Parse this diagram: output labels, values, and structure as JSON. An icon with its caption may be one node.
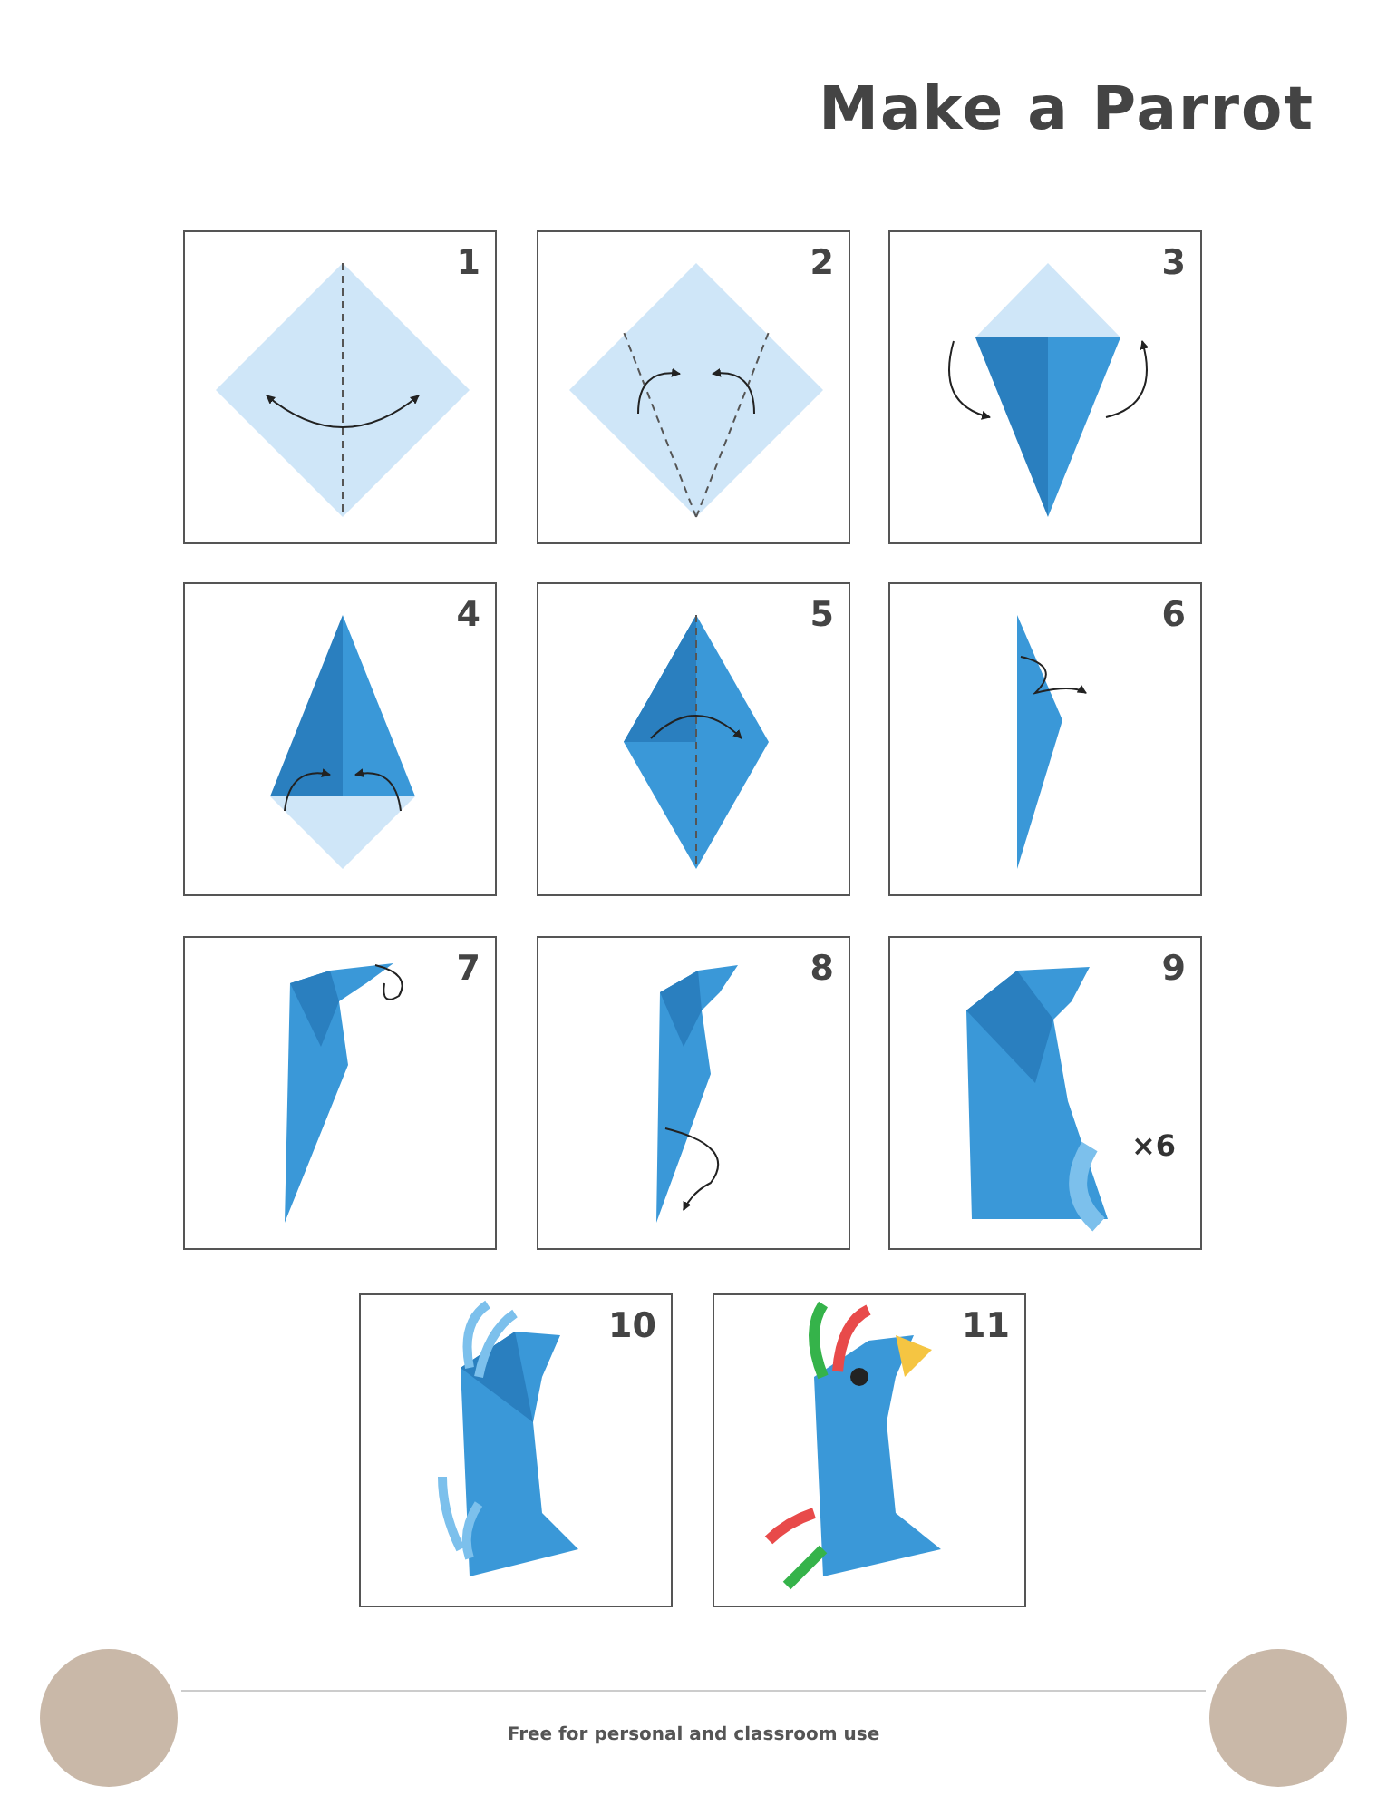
{
  "diagram": {
    "title": "Make a Parrot",
    "nodes": [
      {
        "text": [
          "1"
        ]
      },
      {
        "text": [
          "2"
        ]
      },
      {
        "text": [
          "3"
        ]
      },
      {
        "text": [
          "4"
        ]
      },
      {
        "text": [
          "5"
        ]
      },
      {
        "text": [
          "6"
        ]
      },
      {
        "text": [
          "7"
        ]
      },
      {
        "text": [
          "8"
        ]
      },
      {
        "text": [
          "9"
        ]
      },
      {
        "text": [
          "10"
        ]
      },
      {
        "text": [
          "11"
        ]
      }
    ],
    "labels": [
      "×6",
      "Free for personal and classroom use"
    ]
  }
}
